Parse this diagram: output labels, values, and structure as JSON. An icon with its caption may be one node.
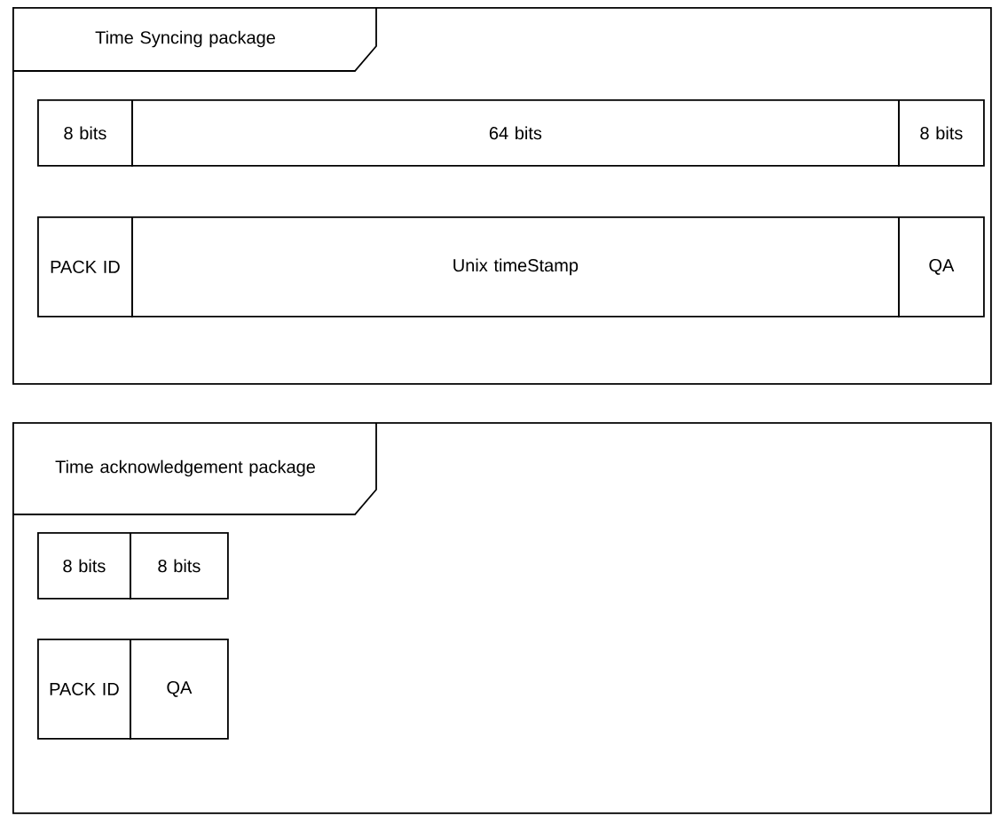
{
  "diagram": {
    "nodes": [
      {
        "text": [
          "Time Syncing package"
        ]
      },
      {
        "text": [
          "8 bits"
        ],
        "in": 0
      },
      {
        "text": [
          "64 bits"
        ],
        "in": 0
      },
      {
        "text": [
          "8 bits"
        ],
        "in": 0
      },
      {
        "text": [
          "PACK ID"
        ],
        "in": 0
      },
      {
        "text": [
          "Unix timeStamp"
        ],
        "in": 0
      },
      {
        "text": [
          "QA"
        ],
        "in": 0
      },
      {
        "text": [
          "Time acknowledgement package"
        ]
      },
      {
        "text": [
          "8 bits"
        ],
        "in": 7
      },
      {
        "text": [
          "8 bits"
        ],
        "in": 7
      },
      {
        "text": [
          "PACK ID"
        ],
        "in": 7
      },
      {
        "text": [
          "QA"
        ],
        "in": 7
      }
    ]
  }
}
